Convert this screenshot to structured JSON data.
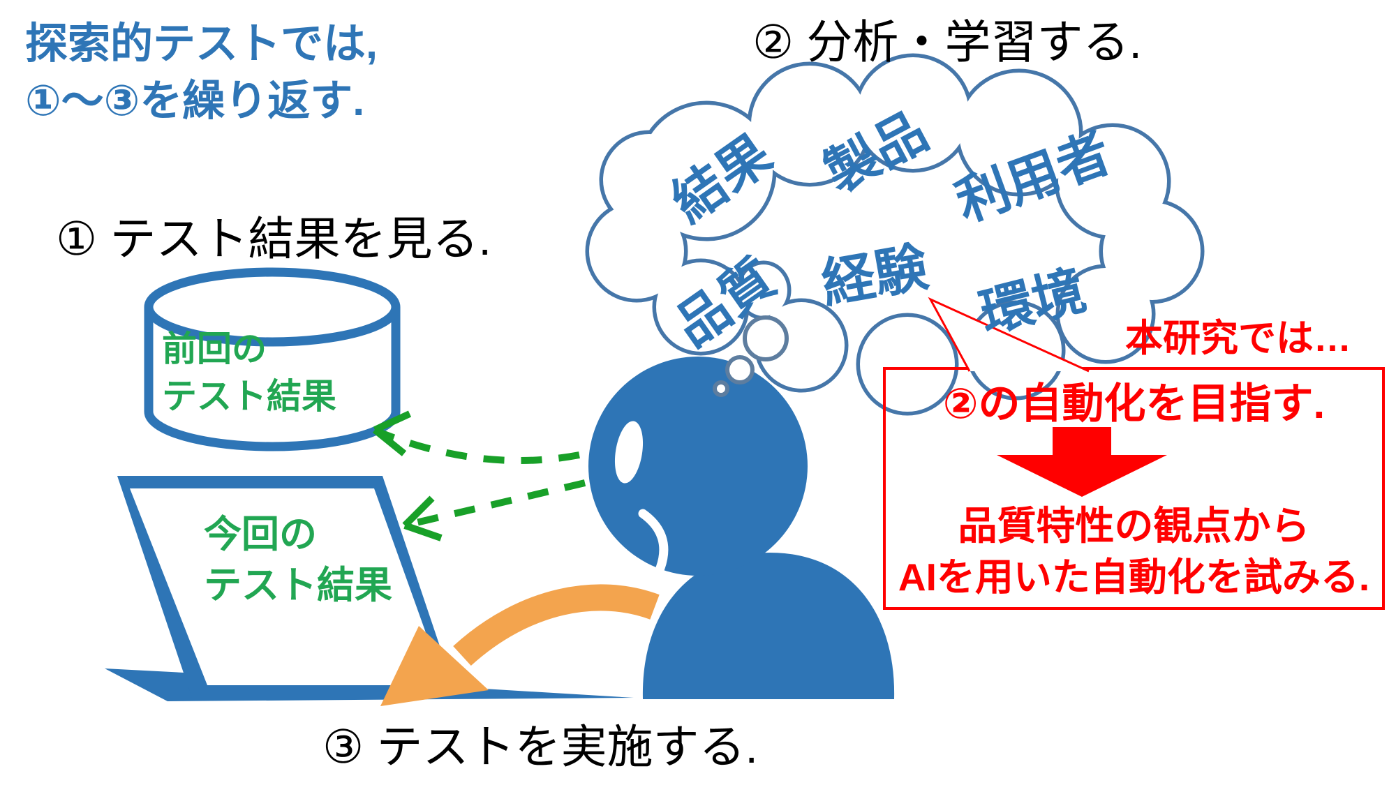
{
  "slide": {
    "intro_note": {
      "line1": "探索的テストでは,",
      "line2": "①〜③を繰り返す."
    },
    "step1_label": "① テスト結果を見る.",
    "step2_label": "② 分析・学習する.",
    "step3_label": "③ テストを実施する.",
    "database_label": {
      "line1": "前回の",
      "line2": "テスト結果"
    },
    "laptop_label": {
      "line1": "今回の",
      "line2": "テスト結果"
    },
    "cloud_words": [
      "結果",
      "製品",
      "利用者",
      "品質",
      "経験",
      "環境"
    ],
    "research": {
      "lead": "本研究では…",
      "goal": "②の自動化を目指す.",
      "detail1": "品質特性の観点から",
      "detail2": "AIを用いた自動化を試みる."
    },
    "colors": {
      "figure_blue": "#2E75B6",
      "cloud_outline": "#4576A9",
      "bubble_outline": "#5D7D9F",
      "green_text": "#21A652",
      "green_arrow": "#18A028",
      "red": "#FF0000",
      "orange": "#F3A44E",
      "black": "#000000"
    }
  }
}
